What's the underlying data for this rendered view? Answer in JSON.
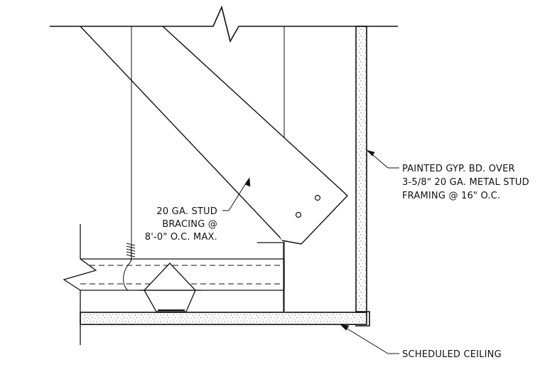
{
  "drawing": {
    "colors": {
      "line": "#111111",
      "fill": "#ffffff",
      "stipple": "#555555"
    },
    "callouts": {
      "wall_note": [
        "PAINTED GYP. BD. OVER",
        "3-5/8\" 20 GA. METAL STUD",
        "FRAMING @ 16\" O.C."
      ],
      "bracing_note": [
        "20 GA. STUD",
        "BRACING @",
        "8'-0\" O.C. MAX."
      ],
      "ceiling_note": [
        "SCHEDULED CEILING"
      ]
    }
  }
}
